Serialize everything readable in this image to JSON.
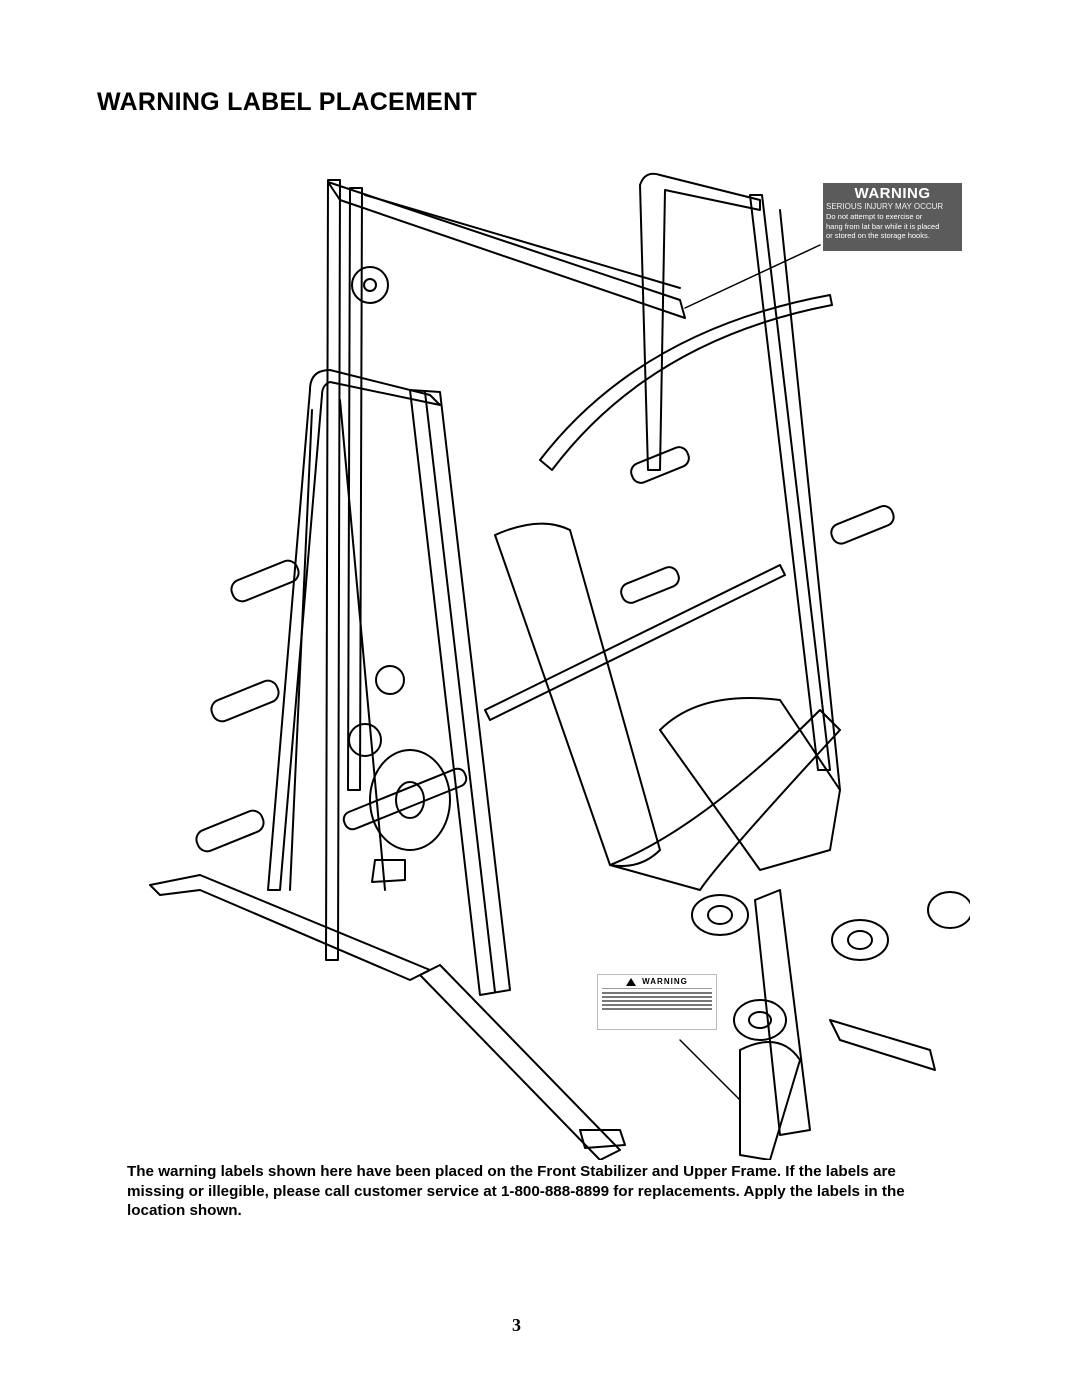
{
  "page": {
    "title": "WARNING LABEL PLACEMENT",
    "caption": "The warning labels shown here have been placed on the Front Stabilizer and Upper Frame.  If the labels are missing or illegible, please call customer service at 1-800-888-8899 for replacements.  Apply the labels in the location shown.",
    "page_number": "3"
  },
  "labels": {
    "upper_frame": {
      "heading": "WARNING",
      "subheading": "SERIOUS INJURY MAY OCCUR",
      "lines": [
        "Do not attempt to exercise or",
        "hang from lat bar while it is placed",
        "or stored on the storage hooks."
      ]
    },
    "front_stabilizer": {
      "heading": "WARNING"
    }
  },
  "illustration": {
    "subject": "home-gym-smith-machine-icon"
  }
}
